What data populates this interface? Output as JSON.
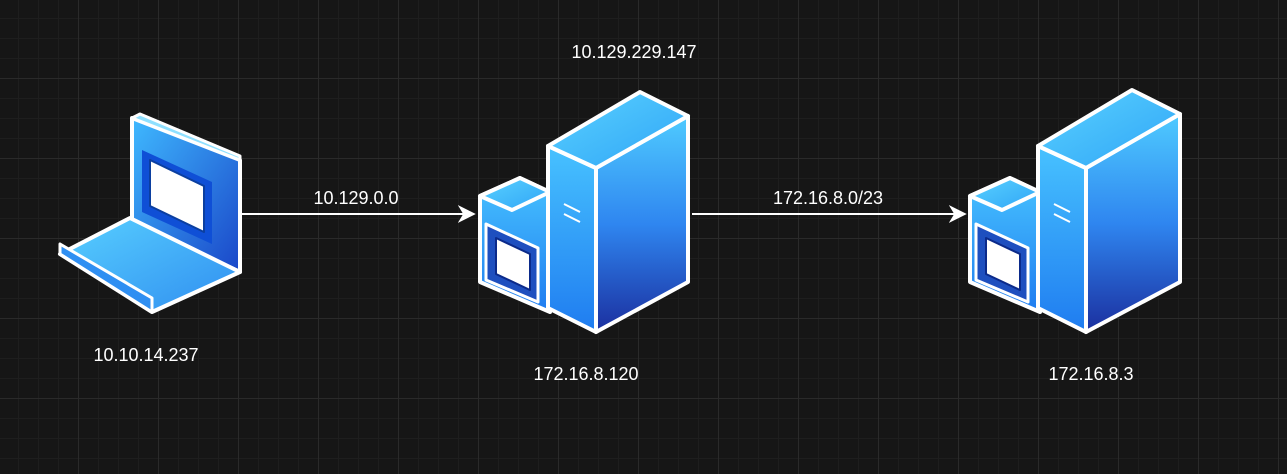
{
  "nodes": {
    "attacker": {
      "ip": "10.10.14.237"
    },
    "pivot": {
      "ip_top": "10.129.229.147",
      "ip_bottom": "172.16.8.120"
    },
    "target": {
      "ip": "172.16.8.3"
    }
  },
  "edges": {
    "attacker_to_pivot": {
      "label": "10.129.0.0"
    },
    "pivot_to_target": {
      "label": "172.16.8.0/23"
    }
  },
  "icons": [
    "laptop-icon",
    "server-icon"
  ],
  "colors": {
    "background": "#161616",
    "stroke": "#ffffff",
    "gradient_light": "#56c9ff",
    "gradient_dark": "#1a2fa0"
  }
}
